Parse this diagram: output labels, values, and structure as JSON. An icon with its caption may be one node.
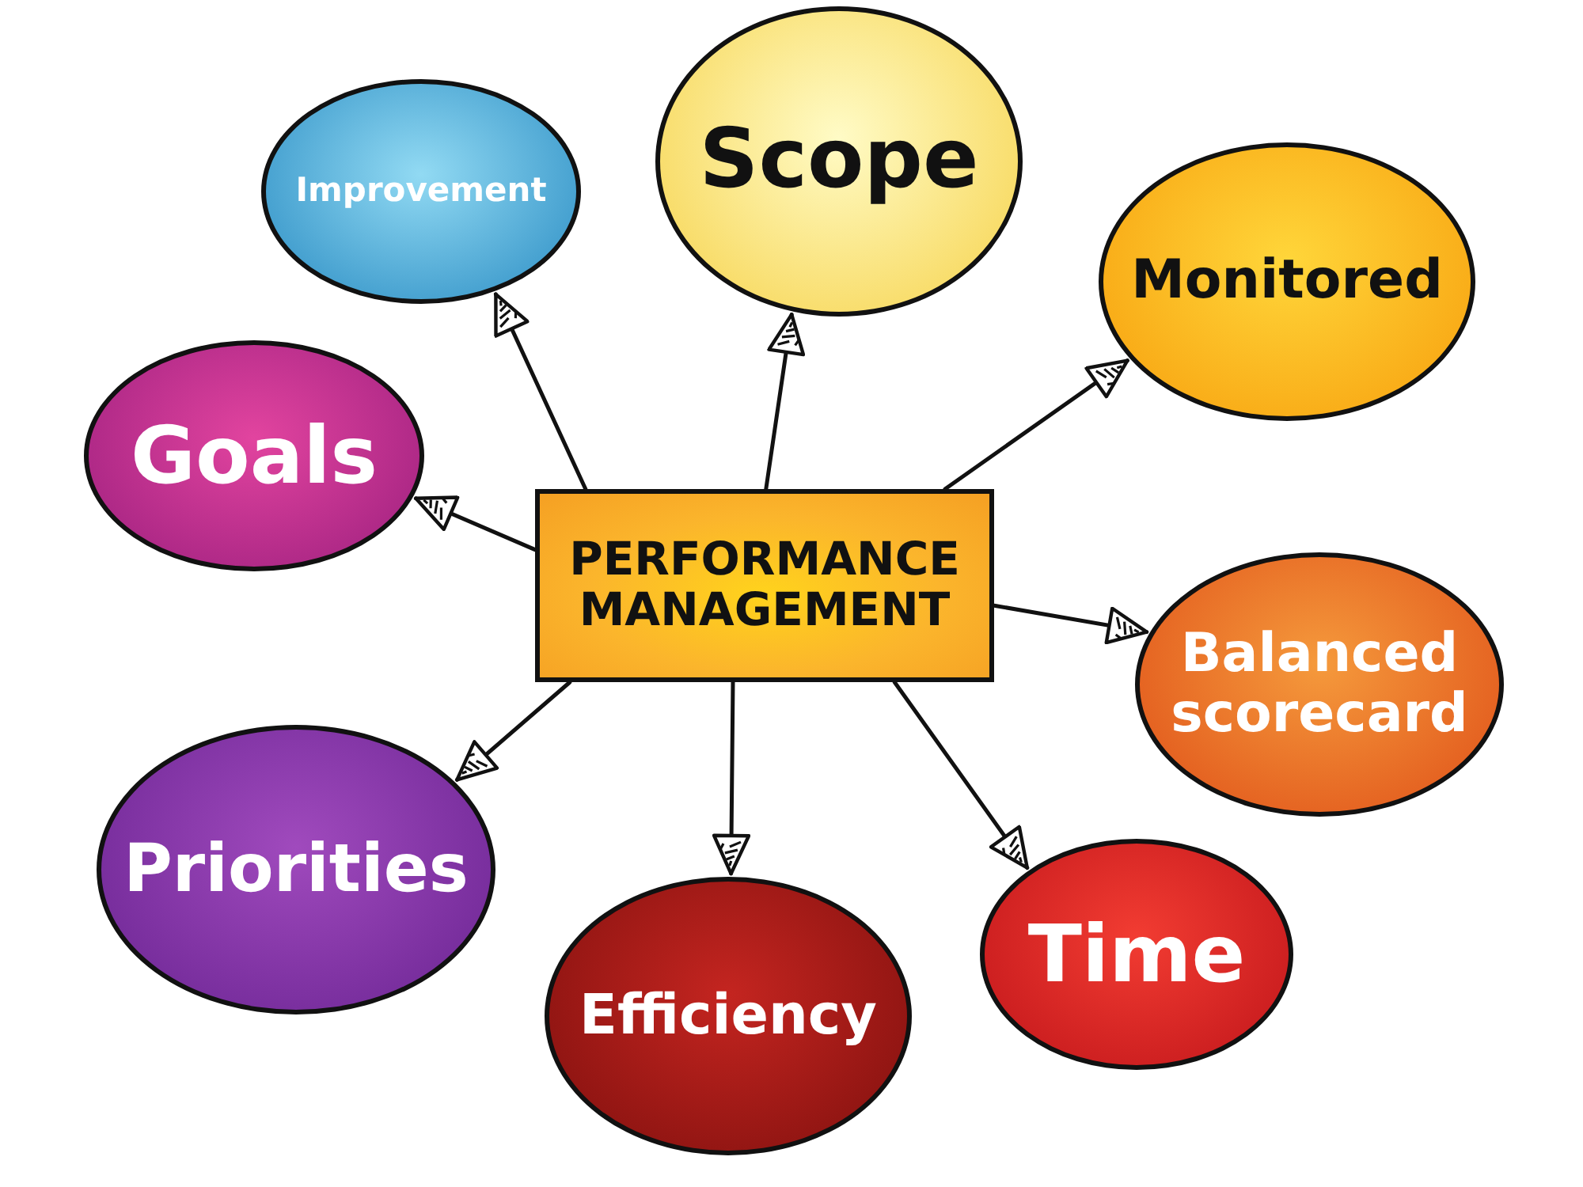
{
  "diagram": {
    "nodes": [
      {
        "text": [
          "PERFORMANCE MANAGEMENT"
        ]
      },
      {
        "text": [
          "Improvement"
        ]
      },
      {
        "text": [
          "Scope"
        ]
      },
      {
        "text": [
          "Monitored"
        ]
      },
      {
        "text": [
          "Goals"
        ]
      },
      {
        "text": [
          "Balanced scorecard"
        ]
      },
      {
        "text": [
          "Priorities"
        ]
      },
      {
        "text": [
          "Efficiency"
        ]
      },
      {
        "text": [
          "Time"
        ]
      }
    ],
    "edges": [
      {
        "from": 0,
        "to": 1,
        "arrow": "to"
      },
      {
        "from": 0,
        "to": 2,
        "arrow": "to"
      },
      {
        "from": 0,
        "to": 3,
        "arrow": "to"
      },
      {
        "from": 0,
        "to": 4,
        "arrow": "to"
      },
      {
        "from": 0,
        "to": 5,
        "arrow": "to"
      },
      {
        "from": 0,
        "to": 6,
        "arrow": "to"
      },
      {
        "from": 0,
        "to": 7,
        "arrow": "to"
      },
      {
        "from": 0,
        "to": 8,
        "arrow": "to"
      }
    ]
  }
}
